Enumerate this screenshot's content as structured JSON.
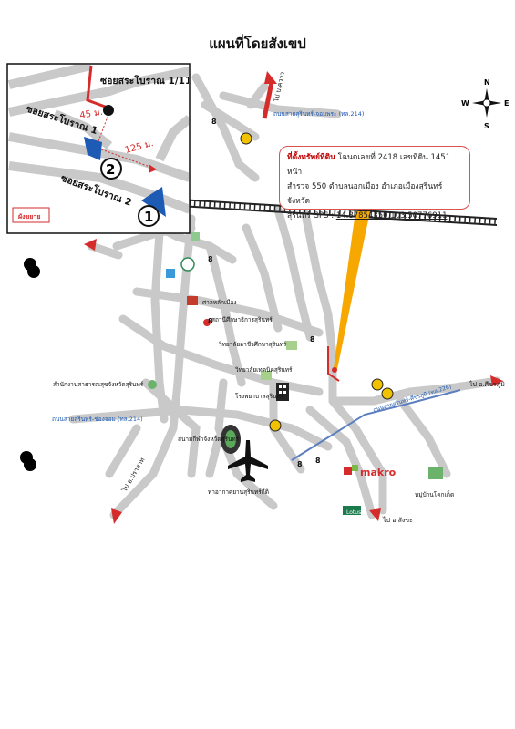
{
  "page": {
    "title": "แผนที่โดยสังเขป"
  },
  "inset": {
    "soi_top": "ซอยสระโบราณ 1/11",
    "soi_left": "ซอยสระโบราณ 1",
    "soi_bottom": "ซอยสระโบราณ 2",
    "dist_short": "45 ม.",
    "dist_long": "125 ม.",
    "marker_1": "1",
    "marker_2": "2",
    "legend_label": "ผังขยาย"
  },
  "compass": {
    "n": "N",
    "s": "S",
    "e": "E",
    "w": "W"
  },
  "info": {
    "heading": "ที่ตั้งทรัพย์ที่ดิน",
    "line1_rest": " โฉนดเลขที่ 2418 เลขที่ดิน 1451 หน้า",
    "line2": "สำรวจ 550 ตำบลนอกเมือง อำเภอเมืองสุรินทร์ จังหวัด",
    "line3_prefix": "สุรินทร์ GPS : ",
    "gps": "14.87854350,103.50776911"
  },
  "roads": {
    "hwy214_top": "ถนนสายสุรินทร์-จอมพระ (ทล.214)",
    "hwy214_left": "ถนนสายสุรินทร์-ช่องจอม (ทล.214)",
    "hwy_right": "ถนนสายสุรินทร์-ศีขรภูมิ (ทล.226)"
  },
  "directions": {
    "ban_khwao": "ไป บ.ควาว",
    "prasat": "ไป อ.ปราสาท",
    "si_khoraphum": "ไป อ.ศีขรภูมิ",
    "sangkha": "ไป อ.สังขะ"
  },
  "places": [
    {
      "name": "ศาลหลักเมือง"
    },
    {
      "name": "สถานีศึกษาธิการสุรินทร์"
    },
    {
      "name": "วิทยาลัยอาชีวศึกษาสุรินทร์"
    },
    {
      "name": "วิทยาลัยเทคนิคสุรินทร์"
    },
    {
      "name": "สำนักงานสาธารณสุขจังหวัดสุรินทร์"
    },
    {
      "name": "โรงพยาบาลสุรินทร์"
    },
    {
      "name": "สนามกีฬาจังหวัดสุรินทร์"
    },
    {
      "name": "ท่าอากาศยานสุรินทร์กีติ"
    },
    {
      "name": "หมู่บ้านโคกเด็ด"
    }
  ],
  "brands": {
    "makro": "makro",
    "lotus": "Lotus"
  },
  "colors": {
    "road": "#c9c9c9",
    "accent": "#d62b2b",
    "blue": "#1e5bb5",
    "pin": "#f6a800"
  }
}
